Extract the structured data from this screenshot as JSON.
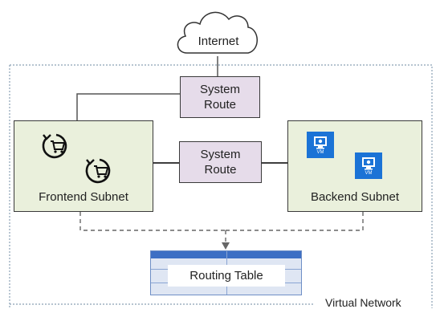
{
  "internet": {
    "label": "Internet"
  },
  "system_route_top": {
    "line1": "System",
    "line2": "Route"
  },
  "system_route_mid": {
    "line1": "System",
    "line2": "Route"
  },
  "frontend_subnet": {
    "label": "Frontend Subnet"
  },
  "backend_subnet": {
    "label": "Backend Subnet",
    "vm_badge": "VM"
  },
  "routing_table": {
    "label": "Routing Table"
  },
  "virtual_network": {
    "label": "Virtual Network"
  },
  "colors": {
    "subnet_fill": "#eaf0dc",
    "route_fill": "#e6dcea",
    "vm_blue": "#1b73d6",
    "table_header": "#3d6fc4",
    "table_body": "#dfe6f3"
  },
  "icons": [
    "cloud-icon",
    "cart-refresh-icon",
    "vm-monitor-icon"
  ]
}
